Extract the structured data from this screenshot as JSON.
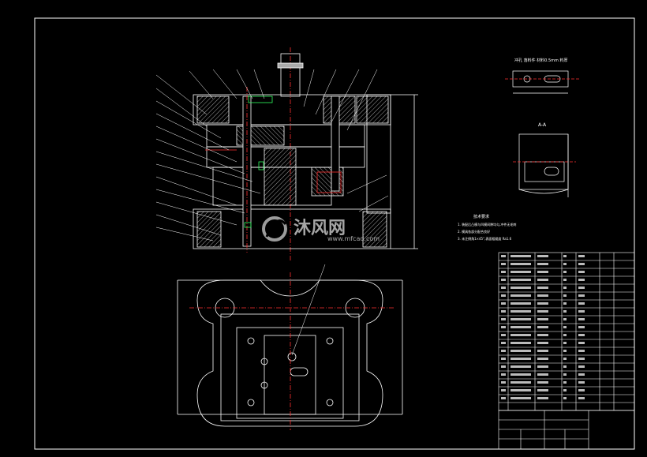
{
  "watermark": {
    "brand_cn": "沐风网",
    "site": "www.mfcad.com"
  },
  "colors": {
    "background": "#000000",
    "line": "#ffffff",
    "red": "#ff3030",
    "green": "#30ff60",
    "hatch": "#c8c8c8"
  },
  "detail_view": {
    "caption": "冲孔 落料件 材料0.5mm 料厚 "
  },
  "section_label": {
    "text": "A-A"
  },
  "tech_notes": {
    "title": "技术要求",
    "lines": [
      "1. 装配后凸模与凹模间隙均匀,冲件无毛刺",
      "2. 模具各部分配合良好",
      "3. 未注倒角1×45°,表面粗糙度 Ra1.6"
    ]
  }
}
